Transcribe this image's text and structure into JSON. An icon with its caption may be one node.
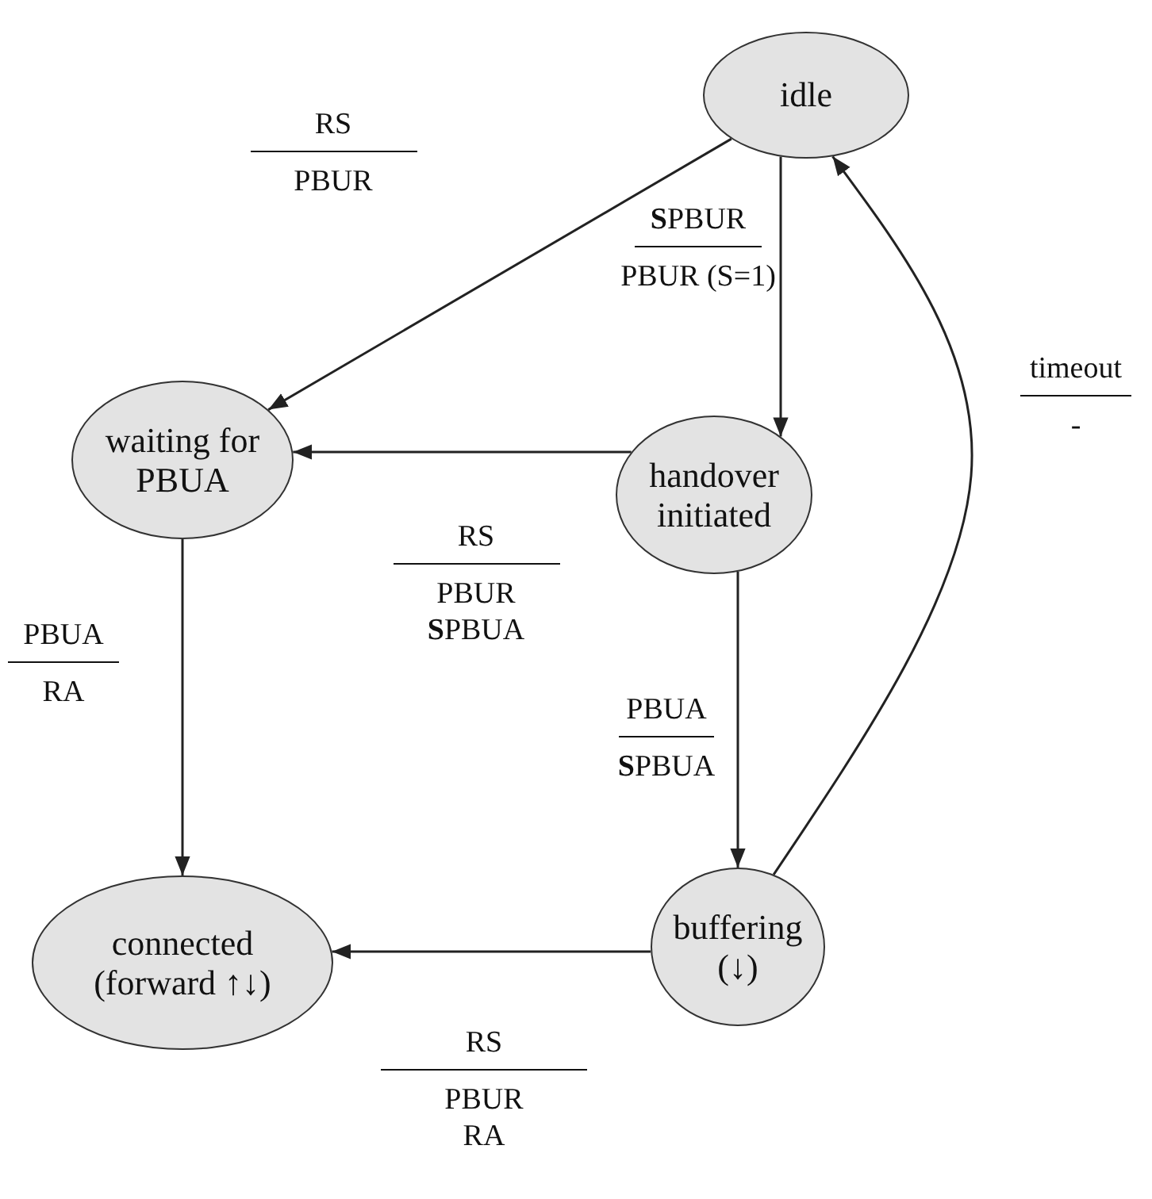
{
  "diagram": {
    "nodes": [
      {
        "text": [
          "idle"
        ]
      },
      {
        "text": [
          "waiting for PBUA"
        ]
      },
      {
        "text": [
          "handover initiated"
        ]
      },
      {
        "text": [
          "connected (forward ↑↓)"
        ]
      },
      {
        "text": [
          "buffering (↓)"
        ]
      }
    ],
    "edges": [
      {
        "from": 0,
        "to": 1,
        "arrow": "to",
        "label": [
          "RS",
          "PBUR"
        ]
      },
      {
        "from": 0,
        "to": 2,
        "arrow": "to",
        "label": [
          "**S**PBUR",
          "PBUR (S=1)"
        ]
      },
      {
        "from": 2,
        "to": 1,
        "arrow": "to",
        "label": [
          "RS",
          "PBUR **S**PBUA"
        ]
      },
      {
        "from": 1,
        "to": 3,
        "arrow": "to",
        "label": [
          "PBUA",
          "RA"
        ]
      },
      {
        "from": 2,
        "to": 4,
        "arrow": "to",
        "label": [
          "PBUA",
          "**S**PBUA"
        ]
      },
      {
        "from": 4,
        "to": 3,
        "arrow": "to",
        "label": [
          "RS",
          "PBUR RA"
        ]
      },
      {
        "from": 4,
        "to": 0,
        "arrow": "to",
        "label": [
          "timeout",
          "-"
        ]
      }
    ]
  }
}
